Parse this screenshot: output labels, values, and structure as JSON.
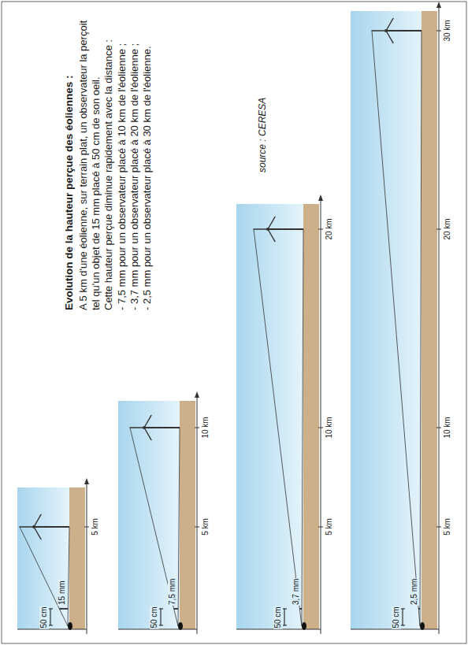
{
  "diagram": {
    "title": "Evolution de la hauteur perçue des éoliennes :",
    "labels": [
      "A 5 km d'une éolienne, sur terrain plat, un observateur la perçoit tel qu'un objet de 15 mm placé à 50 cm de son oeil.",
      "Cette hauteur perçue diminue rapidement avec la distance :",
      "- 7,5 mm pour un observateur placé à 10 km de l'éolienne ;",
      "- 3,7 mm pour un observateur placé à 20 km de l'éolienne ;",
      "- 2,5 mm pour un observateur placé à 30 km de l'éolienne.",
      "source : CERESA",
      "50 cm",
      "15 mm",
      "5 km",
      "50 cm",
      "7,5 mm",
      "5 km",
      "10 km",
      "50 cm",
      "3,7 mm",
      "5 km",
      "10 km",
      "20 km",
      "50 cm",
      "2,5 mm",
      "5 km",
      "10 km",
      "20 km",
      "30 km"
    ]
  }
}
